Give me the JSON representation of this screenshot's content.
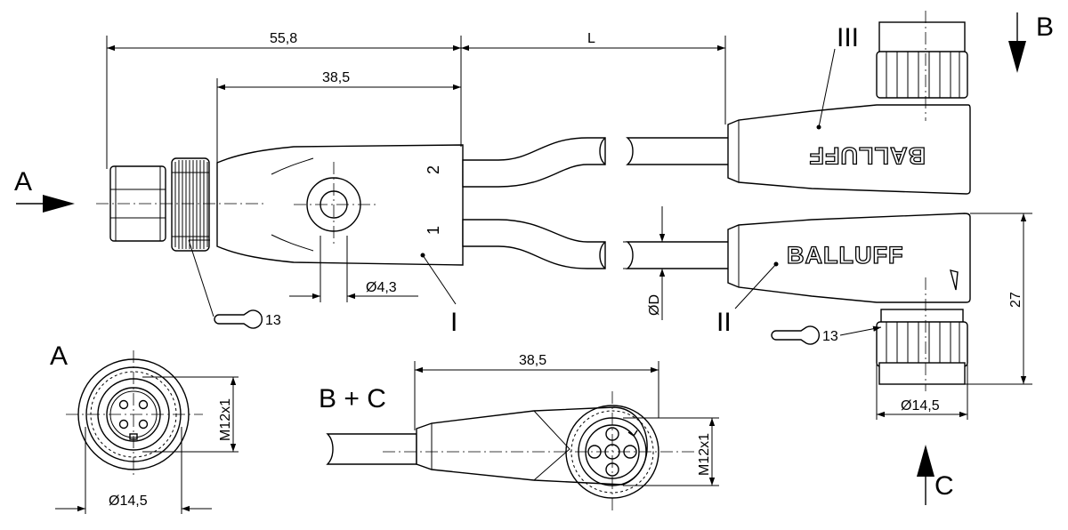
{
  "dimensions": {
    "total_length": "55,8",
    "body_length": "38,5",
    "cable_length": "L",
    "hole_diameter": "4,3",
    "cable_diameter": "D",
    "wrench_size_left": "13",
    "wrench_size_right": "13",
    "right_height": "27",
    "right_diameter": "14,5",
    "view_a_thread": "M12x1",
    "view_a_diameter": "14,5",
    "view_bc_length": "38,5",
    "view_bc_thread": "M12x1"
  },
  "labels": {
    "part_1": "I",
    "part_2": "II",
    "part_3": "III",
    "pin_1": "1",
    "pin_2": "2",
    "view_a_arrow": "A",
    "view_b_arrow": "B",
    "view_c_arrow": "C",
    "view_a_title": "A",
    "view_bc_title": "B + C",
    "diameter_symbol": "Ø"
  },
  "brand": {
    "upper": "BALLUFF",
    "lower": "BALLUFF"
  }
}
